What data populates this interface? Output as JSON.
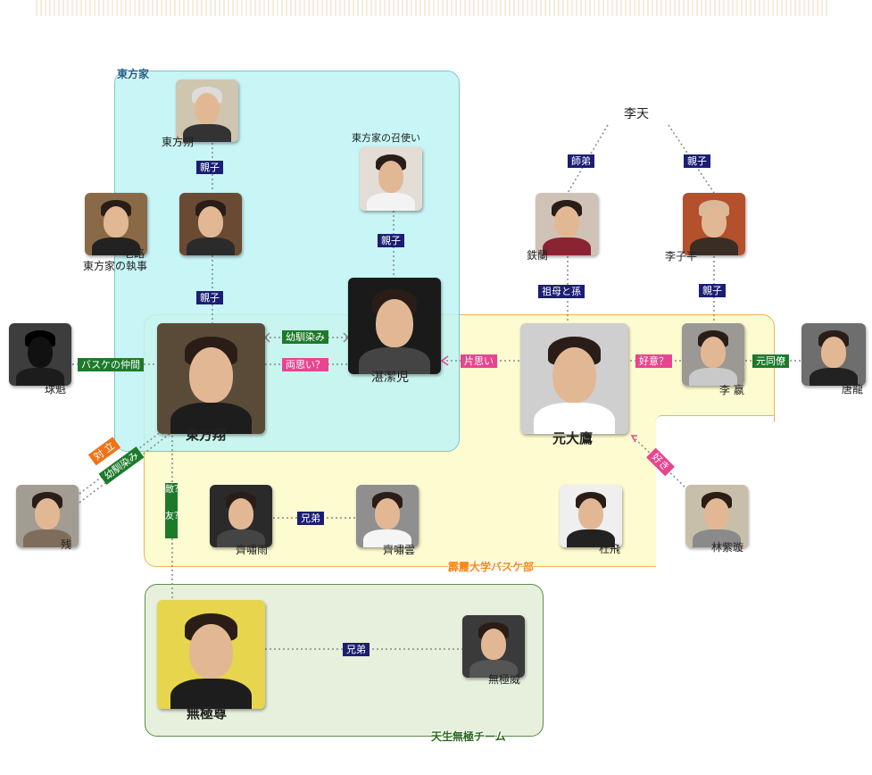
{
  "groups": {
    "higashikata": "東方家",
    "university": "霹靂大学バスケ部",
    "team": "天生無極チーム"
  },
  "people": {
    "higashikata_saku": "東方朔",
    "roro": "老路",
    "roro_role": "東方家の執事",
    "servant": "東方家の召使い",
    "kyukai": "球魁",
    "higashikata_sho": "東方翔",
    "tan_ketsuji": "湛潔児",
    "gen_taiyo": "元大鷹",
    "ri_ten": "李天",
    "tetsuran": "鉄蘭",
    "ri_shihei": "李子平",
    "ri_ei": "李 嬴",
    "toryu": "唐龍",
    "zan": "残",
    "sei_shoku": "齊嘯雨",
    "sei_shoun": "齊嘯雲",
    "to_hi": "杜飛",
    "rin_shisen": "林紫璇",
    "mukyoku_son": "無極尊",
    "mukyoku_i": "無極威"
  },
  "relations": {
    "oyako1": "親子",
    "oyako2": "親子",
    "oyako3": "親子",
    "oyako4": "親子",
    "oyako5": "親子",
    "shitei": "師弟",
    "sobo_mago": "祖母と孫",
    "basuke_nakama": "バスケの仲間",
    "osananajimi1": "幼馴染み",
    "kataomoi_ryo": "両思い？",
    "kataomoi": "片思い",
    "koui": "好意？",
    "moto_doryo": "元同僚",
    "suki": "好き",
    "tairitsu": "対 立",
    "osananajimi2": "幼馴染み",
    "teki": "敵？",
    "tomo": "友？",
    "kyodai1": "兄弟",
    "kyodai2": "兄弟"
  },
  "colors": {
    "family_bg": "#ccf7f8",
    "family_border": "#7cc8cc",
    "uni_bg": "#fdfbd0",
    "uni_border": "#f2b25a",
    "team_bg": "#e6f0dc",
    "team_border": "#5e8e45",
    "navy": "#1b1e72",
    "green": "#1d7a2b",
    "pink": "#e8458f",
    "orange": "#ef7418"
  }
}
